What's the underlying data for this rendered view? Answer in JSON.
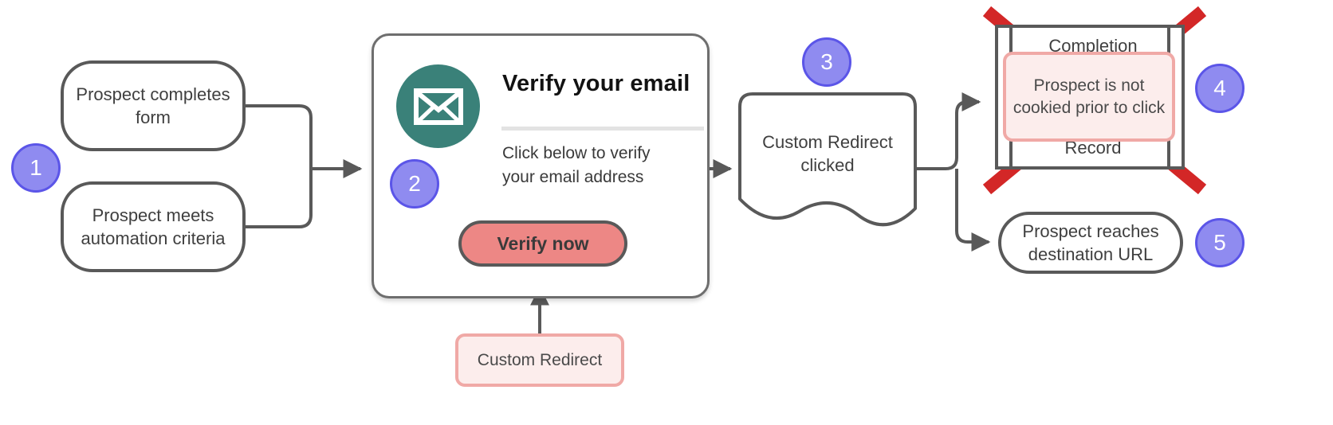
{
  "diagram": {
    "title": "Custom Redirect email verification flow",
    "colors": {
      "node_stroke": "#595959",
      "badge_fill": "#8f8bf0",
      "badge_stroke": "#5b55e8",
      "callout_fill": "#fcedec",
      "callout_stroke": "#f0a9a6",
      "mail_teal": "#3a8179",
      "button_red": "#ed8785",
      "cross_red": "#d32727",
      "connector": "#595959"
    }
  },
  "nodes": {
    "prospect_completes_form": "Prospect completes form",
    "prospect_meets_criteria": "Prospect meets automation criteria",
    "custom_redirect_clicked": "Custom Redirect clicked",
    "prospect_reaches_url": "Prospect reaches destination URL"
  },
  "completion_record": {
    "line1": "Completion",
    "line2": "Record",
    "crossed_out": true
  },
  "email_card": {
    "icon": "envelope-icon",
    "title": "Verify your email",
    "body": "Click below to verify your email address",
    "button_label": "Verify now"
  },
  "callouts": {
    "cookie": "Prospect is not cookied prior to click",
    "custom_redirect": "Custom Redirect"
  },
  "badges": {
    "one": "1",
    "two": "2",
    "three": "3",
    "four": "4",
    "five": "5"
  }
}
